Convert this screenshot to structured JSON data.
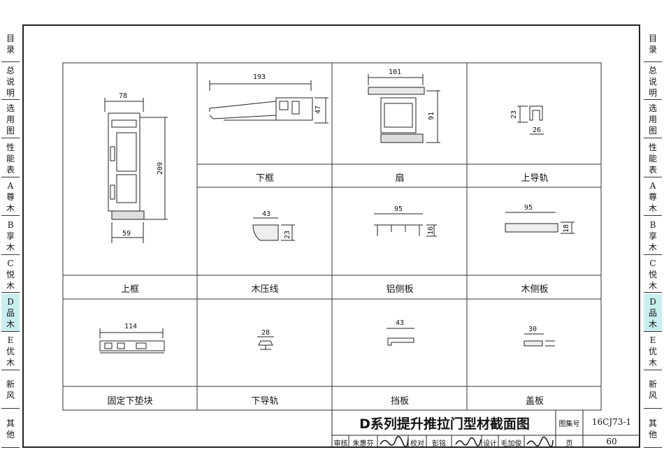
{
  "side_tabs": [
    {
      "chars": [
        "目",
        "录"
      ],
      "active": false
    },
    {
      "chars": [
        "总",
        "说",
        "明"
      ],
      "active": false
    },
    {
      "chars": [
        "选",
        "用",
        "图"
      ],
      "active": false
    },
    {
      "chars": [
        "性",
        "能",
        "表"
      ],
      "active": false
    },
    {
      "chars": [
        "A",
        "尊",
        "木"
      ],
      "active": false
    },
    {
      "chars": [
        "B",
        "享",
        "木"
      ],
      "active": false
    },
    {
      "chars": [
        "C",
        "悦",
        "木"
      ],
      "active": false
    },
    {
      "chars": [
        "D",
        "品",
        "木"
      ],
      "active": true
    },
    {
      "chars": [
        "E",
        "优",
        "木"
      ],
      "active": false
    },
    {
      "chars": [
        "新",
        "风"
      ],
      "active": false
    },
    {
      "chars": [
        "其",
        "他"
      ],
      "active": false
    }
  ],
  "labels": {
    "upper_frame": "上框",
    "lower_frame": "下框",
    "sash": "扇",
    "upper_rail": "上导轨",
    "wood_bead": "木压线",
    "al_side_panel": "铝侧板",
    "wood_side_panel": "木侧板",
    "fixed_pad": "固定下垫块",
    "lower_rail": "下导轨",
    "stop_plate": "挡板",
    "cover_plate": "盖板"
  },
  "dims": {
    "upper_frame_w": "78",
    "upper_frame_h": "209",
    "upper_frame_b": "59",
    "lower_frame_w": "193",
    "lower_frame_h": "47",
    "sash_w": "101",
    "sash_h": "91",
    "upper_rail_h": "23",
    "upper_rail_w": "26",
    "wood_bead_w": "43",
    "wood_bead_h": "23",
    "al_side_w": "95",
    "al_side_h": "16",
    "wood_side_w": "95",
    "wood_side_h": "18",
    "fixed_pad_w": "114",
    "lower_rail_w": "28",
    "stop_w": "43",
    "cover_w": "30"
  },
  "title_block": {
    "title": "D系列提升推拉门型材截面图",
    "atlas_label": "图集号",
    "atlas_no": "16CJ73-1",
    "review_label": "审核",
    "reviewer": "朱惠芬",
    "check_label": "校对",
    "checker": "彭铭",
    "design_label": "设计",
    "designer": "毛加俊",
    "page_label": "页",
    "page_no": "60"
  }
}
